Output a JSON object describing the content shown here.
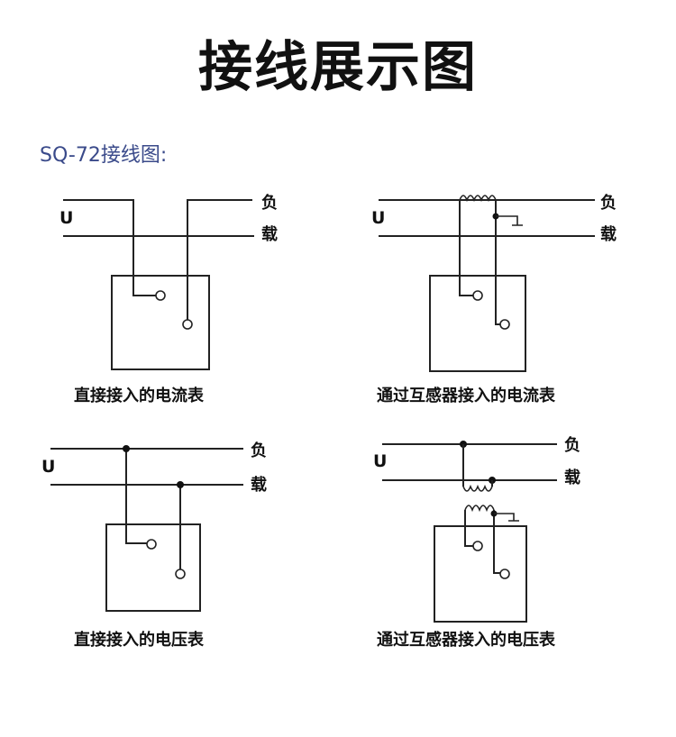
{
  "header": {
    "title": "接线展示图"
  },
  "section": {
    "label": "SQ-72接线图:"
  },
  "common": {
    "u_label": "U",
    "load_top": "负",
    "load_bottom": "载"
  },
  "diagrams": [
    {
      "caption": "直接接入的电流表"
    },
    {
      "caption": "通过互感器接入的电流表"
    },
    {
      "caption": "直接接入的电压表"
    },
    {
      "caption": "通过互感器接入的电压表"
    }
  ]
}
